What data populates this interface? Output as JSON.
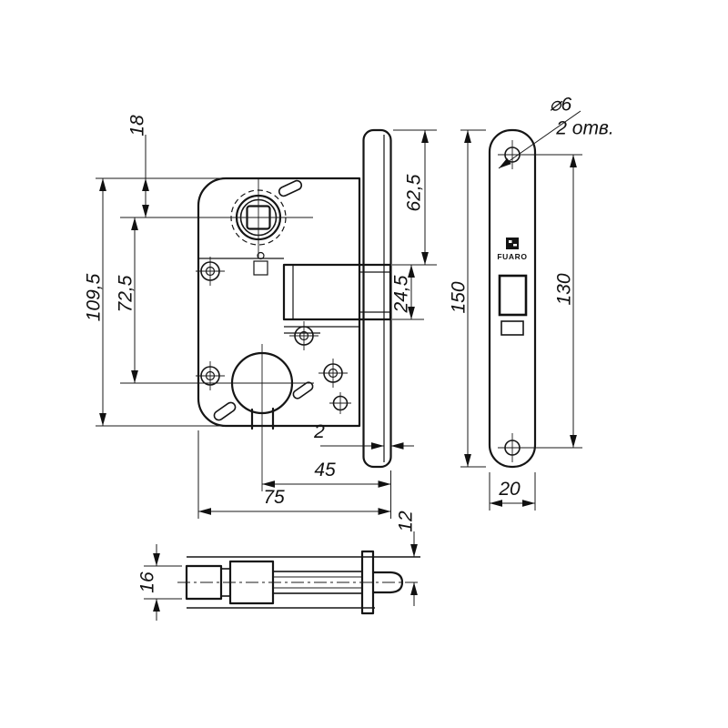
{
  "drawing": {
    "brand": "FUARO",
    "dim_labels": {
      "spindle_offset": "18",
      "body_height": "109,5",
      "center_distance": "72,5",
      "latch_top_offset": "62,5",
      "latch_height": "24,5",
      "plate_thickness": "2",
      "backset": "45",
      "case_depth": "75",
      "bolt_height": "16",
      "half_width": "12",
      "plate_height": "150",
      "hole_spacing": "130",
      "plate_width": "20",
      "hole_diameter": "⌀6",
      "hole_count": "2 отв."
    }
  }
}
